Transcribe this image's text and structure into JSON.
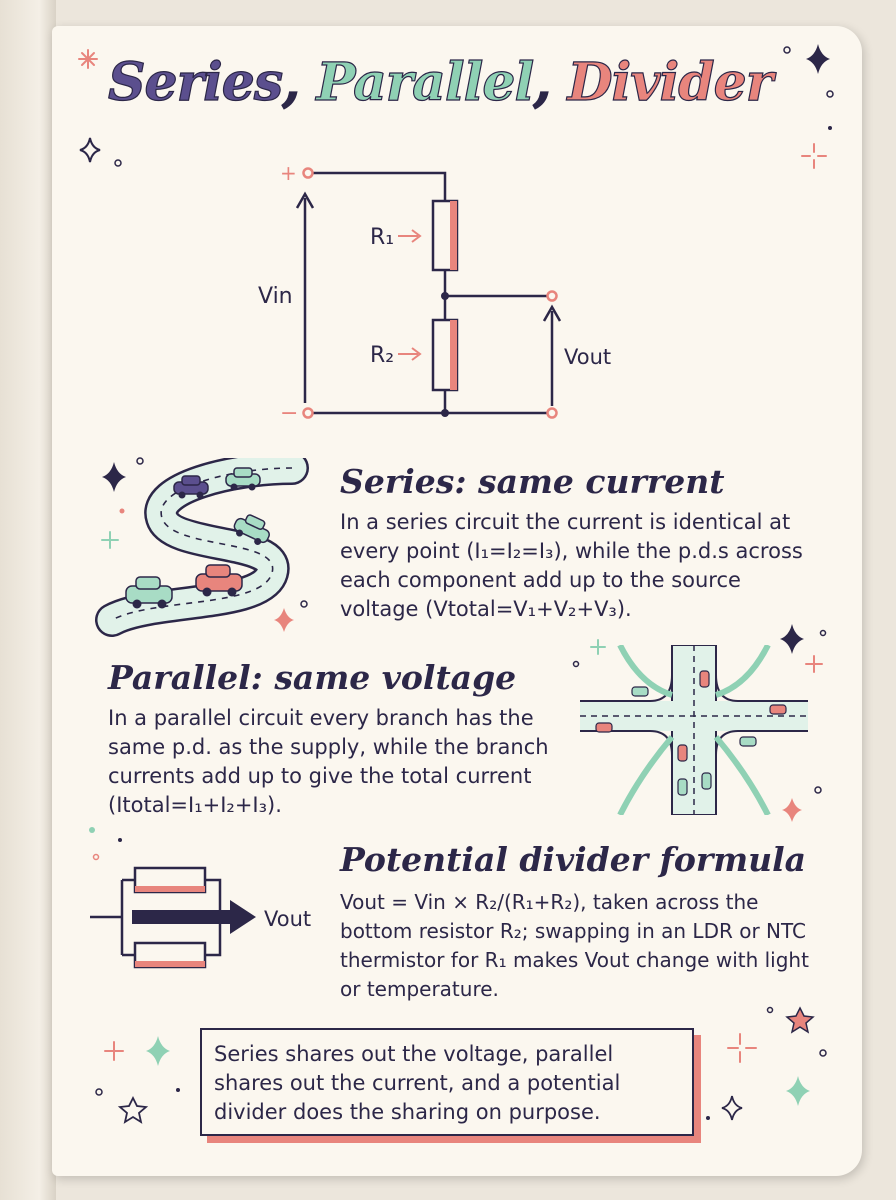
{
  "title": {
    "part1": "Series",
    "comma1": ",",
    "part2": "Parallel",
    "comma2": ",",
    "part3": "Divider"
  },
  "circuit": {
    "plus": "+",
    "minus": "−",
    "r1": "R₁",
    "r2": "R₂",
    "vin": "Vin",
    "vout": "Vout"
  },
  "series": {
    "heading": "Series: same current",
    "body": "In a series circuit the current is identical at every point (I₁=I₂=I₃), while the p.d.s across each component add up to the source voltage (Vtotal=V₁+V₂+V₃)."
  },
  "parallel": {
    "heading": "Parallel: same voltage",
    "body": "In a parallel circuit every branch has the same p.d. as the supply, while the branch currents add up to give the total current (Itotal=I₁+I₂+I₃)."
  },
  "divider": {
    "heading": "Potential divider formula",
    "body": "Vout = Vin × R₂/(R₁+R₂), taken across the bottom resistor R₂; swapping in an LDR or NTC thermistor for R₁ makes Vout change with light or temperature.",
    "diagram_label": "Vout"
  },
  "summary": "Series shares out the voltage, parallel shares out the current, and a potential divider does the sharing on purpose.",
  "colors": {
    "ink": "#2c2748",
    "coral": "#e8857d",
    "mint": "#8fd1b4",
    "purple": "#5b4f8e",
    "paper": "#fbf7ef"
  }
}
